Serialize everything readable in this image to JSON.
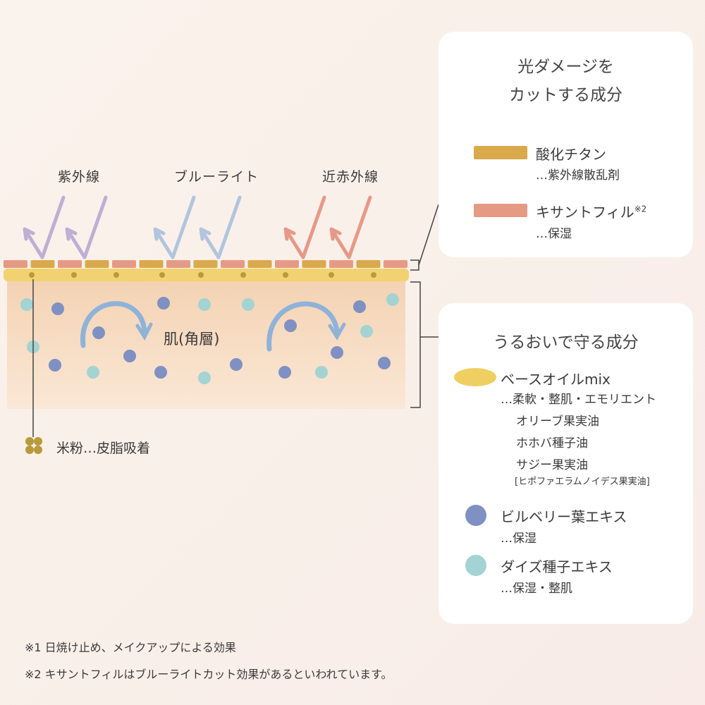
{
  "rays": {
    "uv": "紫外線",
    "blue": "ブルーライト",
    "nir": "近赤外線"
  },
  "skin_label": "肌(角層)",
  "rice": {
    "label": "米粉…皮脂吸着"
  },
  "box1": {
    "title_line1": "光ダメージを",
    "title_line2": "カットする成分",
    "items": [
      {
        "name": "酸化チタン",
        "desc": "…紫外線散乱剤"
      },
      {
        "name": "キサントフィル",
        "sup": "※2",
        "desc": "…保湿"
      }
    ]
  },
  "box2": {
    "title": "うるおいで守る成分",
    "oil": {
      "name": "ベースオイルmix",
      "desc": "…柔軟・整肌・エモリエント",
      "oils": [
        "オリーブ果実油",
        "ホホバ種子油",
        "サジー果実油",
        "[ヒポファエラムノイデス果実油]"
      ]
    },
    "bilberry": {
      "name": "ビルベリー葉エキス",
      "desc": "…保湿"
    },
    "soy": {
      "name": "ダイズ種子エキス",
      "desc": "…保湿・整肌"
    }
  },
  "footnotes": [
    "※1 日焼け止め、メイクアップによる効果",
    "※2 キサントフィルはブルーライトカット効果があるといわれています。"
  ],
  "colors": {
    "uv": "#b9a6d0",
    "blue": "#a9c0da",
    "nir": "#e48f7c",
    "brick": "#e59a84",
    "titanium": "#d9a94c",
    "oil": "#f0cf62",
    "bilberry": "#7f90c2",
    "soy": "#a3d3d3",
    "skin": "#f6d9bc"
  }
}
